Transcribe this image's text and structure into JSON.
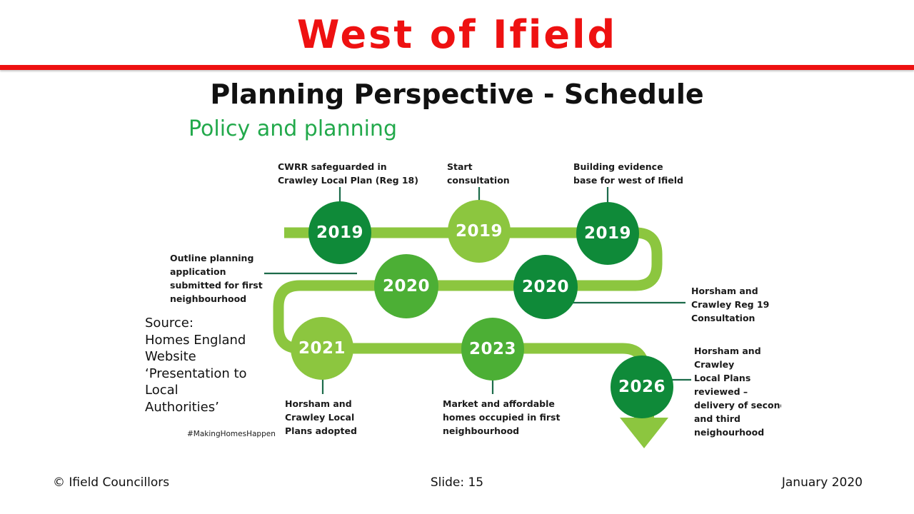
{
  "header": {
    "title": "West of Ifield",
    "title_color": "#EE1111",
    "subtitle": "Planning Perspective - Schedule",
    "subsubtitle": "Policy and planning",
    "subsubtitle_color": "#22A94B"
  },
  "palette": {
    "dark_green": "#0F8A39",
    "mid_green": "#4CAF35",
    "lime_green": "#8CC63F",
    "connector_line": "#8CC63F",
    "leader_line": "#1C6B4A",
    "red": "#EE1111"
  },
  "timeline": {
    "nodes": [
      {
        "id": "n1",
        "year": "2019",
        "color_name": "dark_green",
        "color": "#0F8A39",
        "row": 1
      },
      {
        "id": "n2",
        "year": "2019",
        "color_name": "lime_green",
        "color": "#8CC63F",
        "row": 1
      },
      {
        "id": "n3",
        "year": "2019",
        "color_name": "dark_green",
        "color": "#0F8A39",
        "row": 1
      },
      {
        "id": "n4",
        "year": "2020",
        "color_name": "mid_green",
        "color": "#4CAF35",
        "row": 2
      },
      {
        "id": "n5",
        "year": "2020",
        "color_name": "dark_green",
        "color": "#0F8A39",
        "row": 2
      },
      {
        "id": "n6",
        "year": "2021",
        "color_name": "lime_green",
        "color": "#8CC63F",
        "row": 3
      },
      {
        "id": "n7",
        "year": "2023",
        "color_name": "mid_green",
        "color": "#4CAF35",
        "row": 3
      },
      {
        "id": "n8",
        "year": "2026",
        "color_name": "dark_green",
        "color": "#0F8A39",
        "row": 4
      }
    ],
    "captions": {
      "cap1": [
        "CWRR safeguarded in",
        "Crawley Local Plan (Reg 18)"
      ],
      "cap2": [
        "Start",
        "consultation"
      ],
      "cap3": [
        "Building evidence",
        "base for west of Ifield"
      ],
      "cap4": [
        "Outline planning",
        "application",
        "submitted for first",
        "neighbourhood"
      ],
      "cap5": [
        "Horsham and",
        "Crawley Reg 19",
        "Consultation"
      ],
      "cap6": [
        "Horsham and",
        "Crawley Local",
        "Plans adopted"
      ],
      "cap7": [
        "Market and affordable",
        "homes occupied in first",
        "neighbourhood"
      ],
      "cap8": [
        "Horsham and",
        "Crawley",
        "Local Plans",
        "reviewed –",
        "delivery of second",
        "and third",
        "neighourhood"
      ]
    }
  },
  "source": {
    "lines": [
      "Source:",
      "Homes England",
      "Website",
      "‘Presentation to",
      "Local",
      "Authorities’"
    ],
    "hashtag": "#MakingHomesHappen"
  },
  "footer": {
    "left": "© Ifield Councillors",
    "middle": "Slide: 15",
    "right": "January 2020"
  }
}
